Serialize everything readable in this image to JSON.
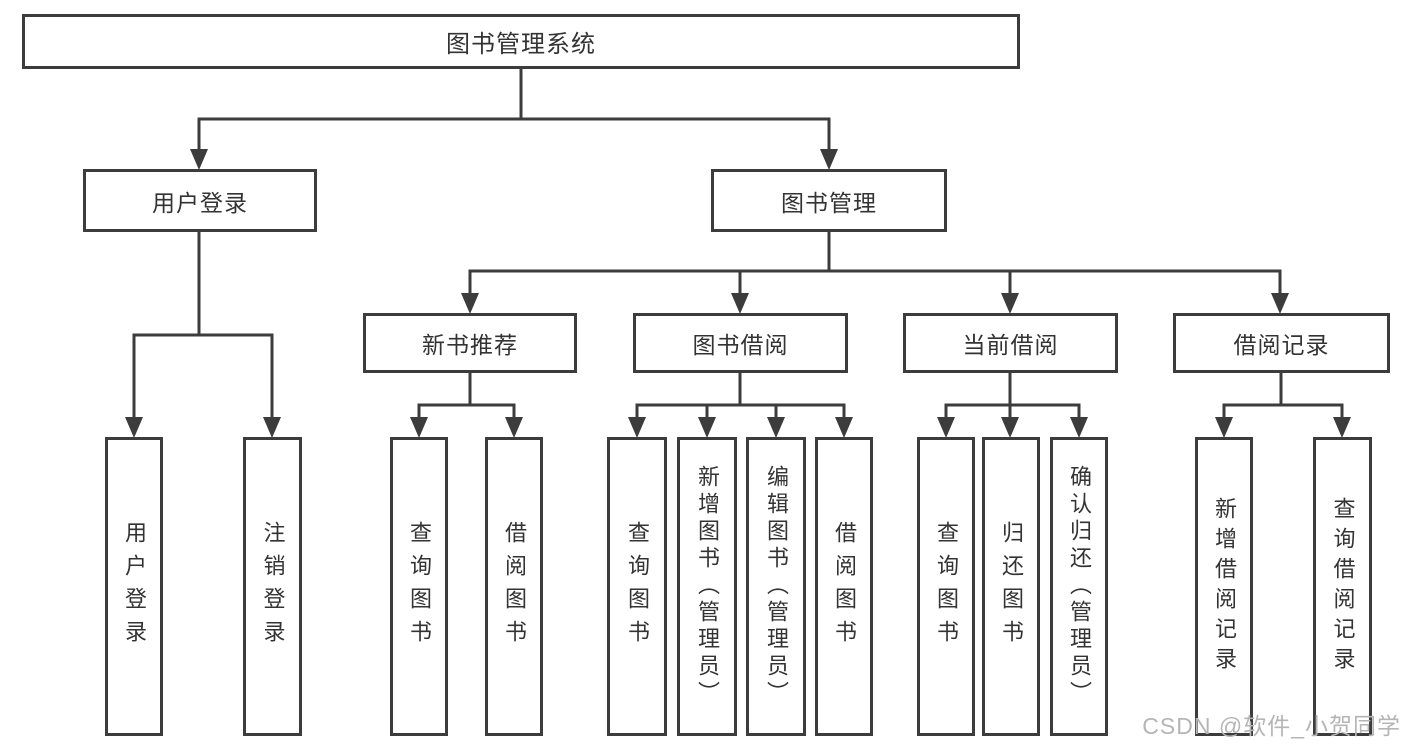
{
  "diagram": {
    "title": "图书管理系统",
    "nodes": {
      "root": {
        "label": "图书管理系统"
      },
      "user_login_group": {
        "label": "用户登录"
      },
      "book_management": {
        "label": "图书管理"
      },
      "new_book_recommend": {
        "label": "新书推荐"
      },
      "book_borrowing": {
        "label": "图书借阅"
      },
      "current_borrowing": {
        "label": "当前借阅"
      },
      "borrowing_records": {
        "label": "借阅记录"
      },
      "user_login": {
        "label": "用户登录"
      },
      "logout": {
        "label": "注销登录"
      },
      "recommend_query_books": {
        "label": "查询图书"
      },
      "recommend_borrow_books": {
        "label": "借阅图书"
      },
      "borrow_query_books": {
        "label": "查询图书"
      },
      "borrow_add_books": {
        "label": "新增图书（管理员）"
      },
      "borrow_edit_books": {
        "label": "编辑图书（管理员）"
      },
      "borrow_borrow_books": {
        "label": "借阅图书"
      },
      "current_query_books": {
        "label": "查询图书"
      },
      "current_return_books": {
        "label": "归还图书"
      },
      "current_confirm_return": {
        "label": "确认归还（管理员）"
      },
      "records_add_record": {
        "label": "新增借阅记录"
      },
      "records_query_record": {
        "label": "查询借阅记录"
      }
    }
  },
  "watermark": {
    "text": "CSDN @软件_小贺同学"
  },
  "colors": {
    "line": "#3c3c3c",
    "text": "#333333",
    "watermark": "#b5b5b5",
    "background": "#ffffff"
  }
}
